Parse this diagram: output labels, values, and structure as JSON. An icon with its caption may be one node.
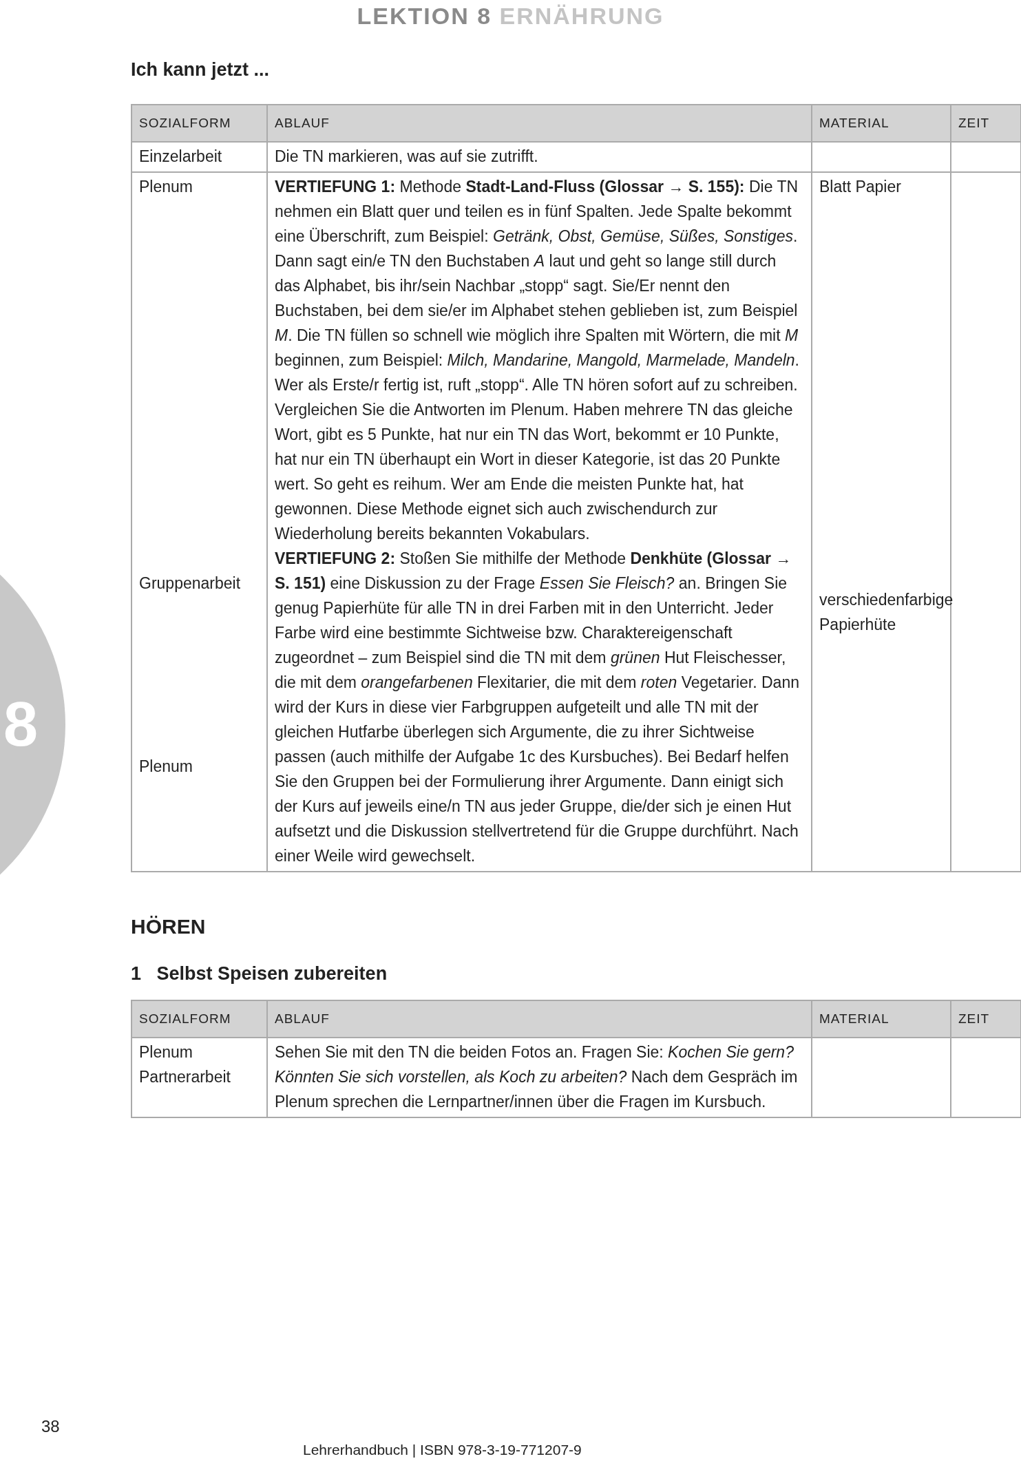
{
  "diagram": {
    "labels": [
      "LEKTION 8",
      "ERNÄHRUNG",
      "Ich kann jetzt ...",
      "SOZIALFORM",
      "ABLAUF",
      "MATERIAL",
      "ZEIT",
      "Einzelarbeit",
      "Die TN markieren, was auf sie zutrifft.",
      "Plenum",
      "**VERTIEFUNG 1:** Methode **Stadt-Land-Fluss (Glossar → S. 155):** Die TN nehmen ein Blatt quer und teilen es in fünf Spalten. Jede Spalte bekommt eine Überschrift, zum Beispiel: *Getränk, Obst, Gemüse, Süßes, Sonstiges*. Dann sagt ein/e TN den Buchstaben *A* laut und geht so lange still durch das Alphabet, bis ihr/sein Nachbar „stopp“ sagt. Sie/Er nennt den Buchstaben, bei dem sie/er im Alphabet stehen geblieben ist, zum Beispiel *M*. Die TN füllen so schnell wie möglich ihre Spalten mit Wörtern, die mit *M* beginnen, zum Beispiel: *Milch, Mandarine, Mangold, Marmelade, Mandeln*. Wer als Erste/r fertig ist, ruft „stopp“. Alle TN hören sofort auf zu schreiben. Vergleichen Sie die Antworten im Plenum. Haben mehrere TN das gleiche Wort, gibt es 5 Punkte, hat nur ein TN das Wort, bekommt er 10 Punkte, hat nur ein TN überhaupt ein Wort in dieser Kategorie, ist das 20 Punkte wert. So geht es reihum. Wer am Ende die meisten Punkte hat, hat gewonnen. Diese Methode eignet sich auch zwischendurch zur Wiederholung bereits bekannten Vokabulars.",
      "Blatt Papier",
      "Gruppenarbeit",
      "**VERTIEFUNG 2:** Stoßen Sie mithilfe der Methode **Denkhüte (Glossar → S. 151)** eine Diskussion zu der Frage *Essen Sie Fleisch?* an. Bringen Sie genug Papierhüte für alle TN in drei Farben mit in den Unterricht. Jeder Farbe wird eine bestimmte Sichtweise bzw. Charaktereigenschaft zugeordnet – zum Beispiel sind die TN mit dem *grünen* Hut Fleischesser, die mit dem *orangefarbenen* Flexitarier, die mit dem *roten* Vegetarier. Dann wird der Kurs in diese vier Farbgruppen aufgeteilt und alle TN mit der gleichen Hutfarbe überlegen sich Argumente, die zu ihrer Sichtweise passen (auch mithilfe der Aufgabe 1c des Kursbuches). Bei Bedarf helfen Sie den Gruppen bei der Formulierung ihrer Argumente. Dann einigt sich der Kurs auf jeweils eine/n TN aus jeder Gruppe, die/der sich je einen Hut aufsetzt und die Diskussion stellvertretend für die Gruppe durchführt. Nach einer Weile wird gewechselt.",
      "verschiedenfarbige Papierhüte",
      "Plenum",
      "HÖREN",
      "1   Selbst Speisen zubereiten",
      "SOZIALFORM",
      "ABLAUF",
      "MATERIAL",
      "ZEIT",
      "Plenum",
      "Partnerarbeit",
      "Sehen Sie mit den TN die beiden Fotos an. Fragen Sie: *Kochen Sie gern? Könnten Sie sich vorstellen, als Koch zu arbeiten?* Nach dem Gespräch im Plenum sprechen die Lernpartner/innen über die Fragen im Kursbuch.",
      "8",
      "38",
      "Lehrerhandbuch | ISBN 978-3-19-771207-9"
    ]
  }
}
